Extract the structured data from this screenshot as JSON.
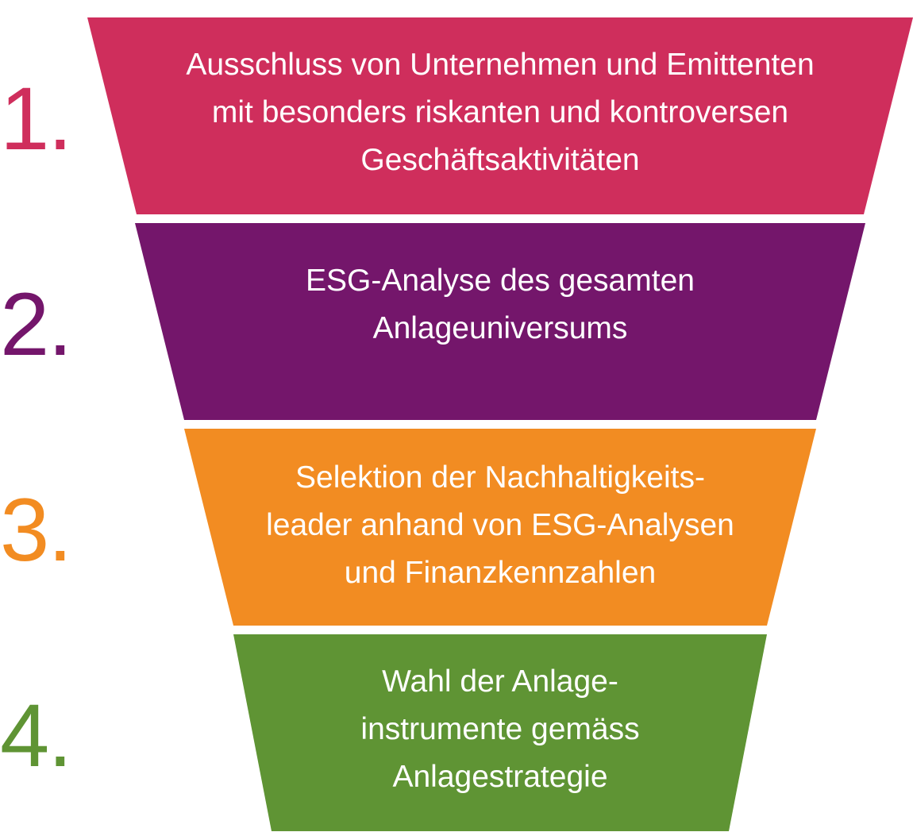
{
  "funnel": {
    "stages": [
      {
        "number": "1.",
        "text": "Ausschluss von Unternehmen und Emittenten\nmit besonders riskanten und kontroversen\nGeschäftsaktivitäten",
        "color": "#cf2e5c"
      },
      {
        "number": "2.",
        "text": "ESG-Analyse des gesamten\nAnlageuniversums",
        "color": "#74166b"
      },
      {
        "number": "3.",
        "text": "Selektion der Nachhaltigkeits-\nleader anhand von ESG-Analysen\nund Finanzkennzahlen",
        "color": "#f28c22"
      },
      {
        "number": "4.",
        "text": "Wahl der Anlage-\ninstrumente gemäss\nAnlagestrategie",
        "color": "#5f9434"
      }
    ]
  }
}
